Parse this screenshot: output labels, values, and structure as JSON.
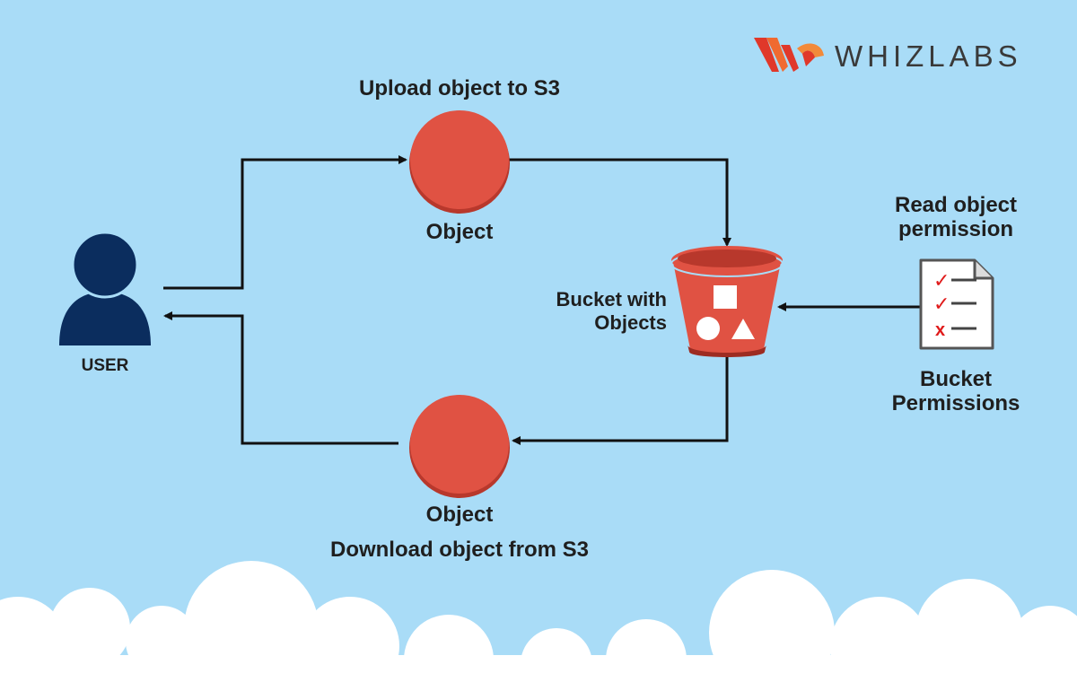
{
  "brand": {
    "name": "WHIZLABS",
    "logo_icon": "whizlabs-logo-mark"
  },
  "diagram": {
    "upload_label": "Upload object to S3",
    "upload_object_label": "Object",
    "download_object_label": "Object",
    "download_label": "Download object from S3",
    "user_label": "USER",
    "bucket_label_line1": "Bucket with",
    "bucket_label_line2": "Objects",
    "read_permission_line1": "Read object",
    "read_permission_line2": "permission",
    "bucket_permissions_line1": "Bucket",
    "bucket_permissions_line2": "Permissions",
    "permission_marks": [
      "✓",
      "✓",
      "x"
    ]
  },
  "colors": {
    "background": "#a9dcf7",
    "object_fill": "#e05243",
    "user_icon": "#0b2d5e",
    "arrow": "#111111",
    "cloud": "#ffffff"
  },
  "icons": [
    "user-icon",
    "object-circle",
    "s3-bucket-icon",
    "document-checklist-icon"
  ]
}
